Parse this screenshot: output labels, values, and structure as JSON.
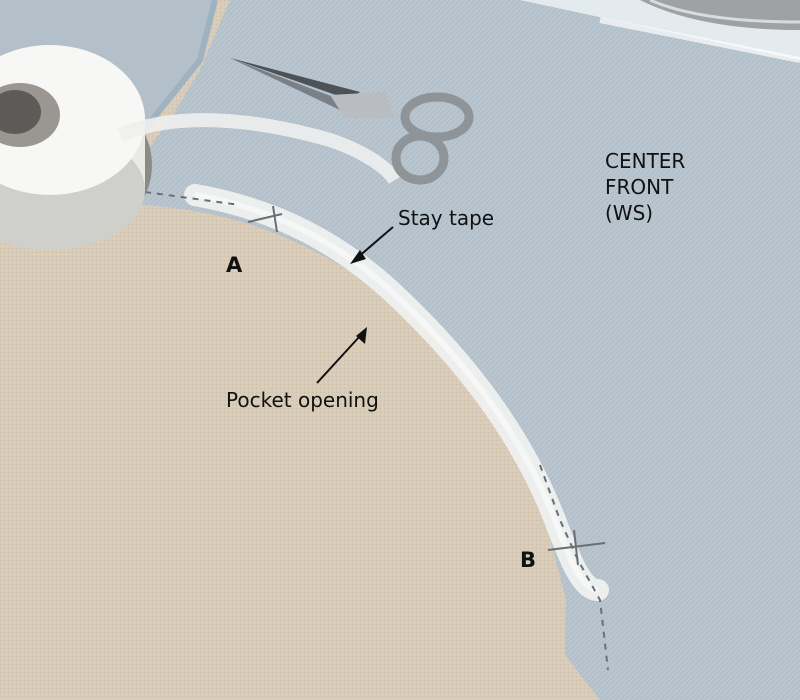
{
  "annotations": {
    "stay_tape": "Stay tape",
    "pocket_opening": "Pocket opening",
    "point_a": "A",
    "point_b": "B",
    "center_front": [
      "CENTER",
      "FRONT",
      "(WS)"
    ]
  },
  "colors": {
    "canvas_beige": "#d9ccb8",
    "fabric_blue": "#b7c3cd",
    "tape_white": "#f0f2f1",
    "ink": "#111111"
  }
}
